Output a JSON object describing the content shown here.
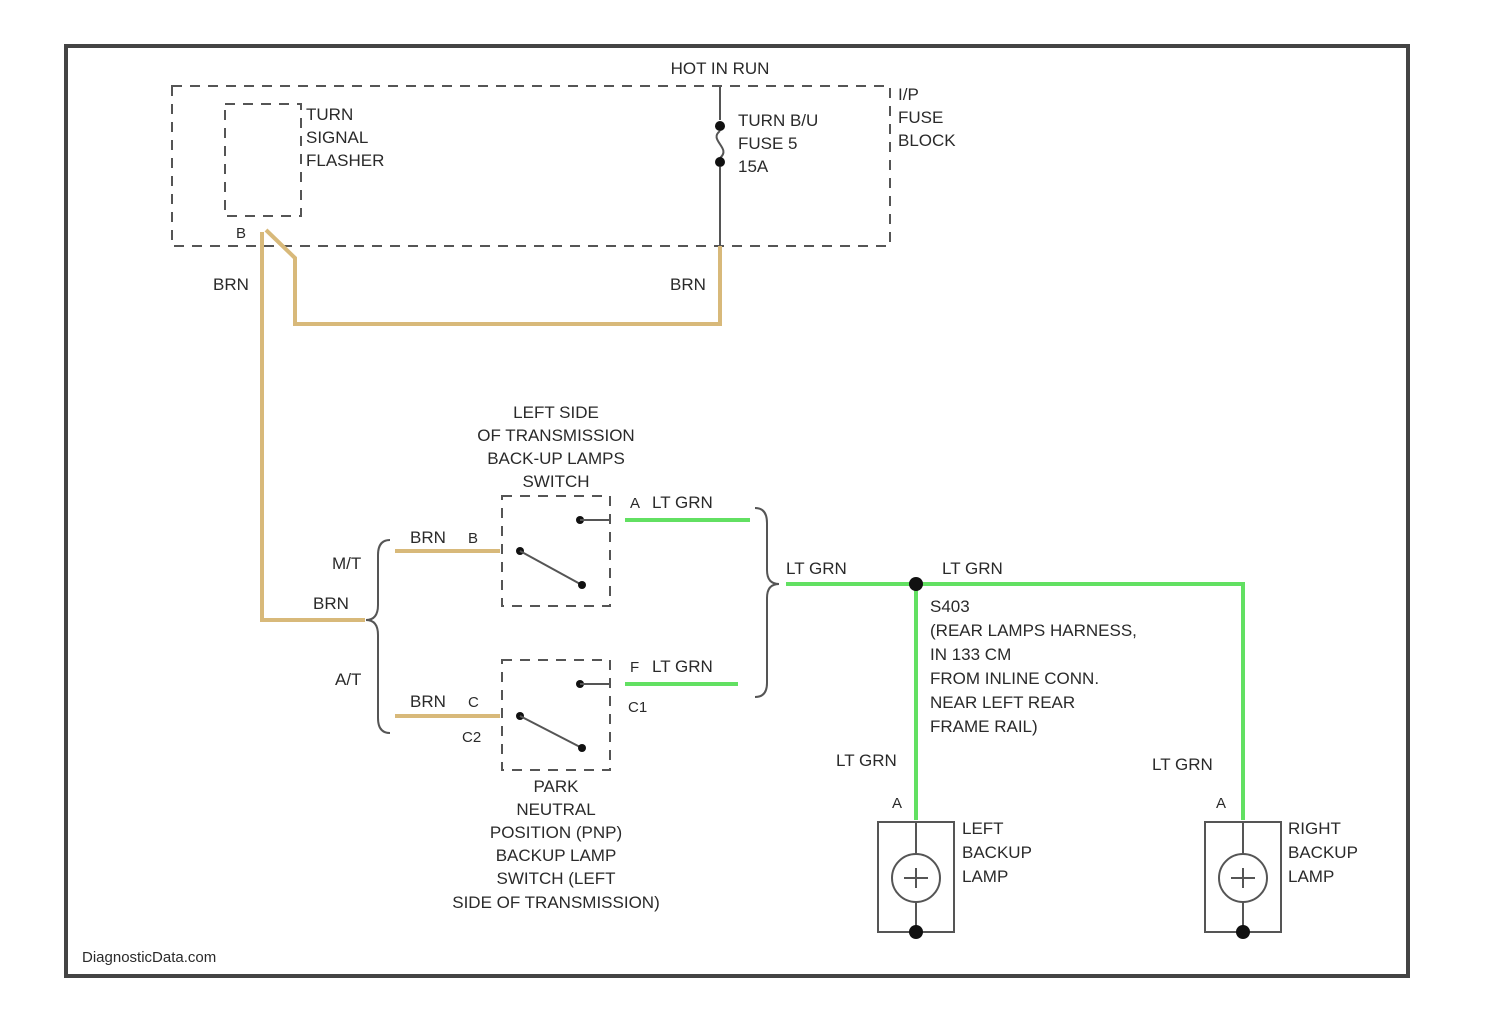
{
  "colors": {
    "brown_wire": "#d8b97a",
    "green_wire": "#62e062",
    "frame": "#444444"
  },
  "header": {
    "hot_in_run": "HOT IN RUN"
  },
  "flasher": {
    "lines": [
      "TURN",
      "SIGNAL",
      "FLASHER"
    ],
    "pin": "B"
  },
  "fuse": {
    "lines": [
      "TURN B/U",
      "FUSE 5",
      "15A"
    ]
  },
  "fuse_block": {
    "lines": [
      "I/P",
      "FUSE",
      "BLOCK"
    ]
  },
  "wires": {
    "brn_left": "BRN",
    "brn_right": "BRN",
    "brn_mt": "BRN",
    "brn_at": "BRN",
    "brn_main": "BRN",
    "ltgrn_a": "LT GRN",
    "ltgrn_f": "LT GRN",
    "ltgrn_mid": "LT GRN",
    "ltgrn_top": "LT GRN",
    "ltgrn_left_lamp": "LT GRN",
    "ltgrn_right_lamp": "LT GRN"
  },
  "pins": {
    "b": "B",
    "a": "A",
    "c": "C",
    "f": "F",
    "c1": "C1",
    "c2": "C2",
    "lamp_left_a": "A",
    "lamp_right_a": "A"
  },
  "branches": {
    "mt": "M/T",
    "at": "A/T"
  },
  "mt_switch": {
    "lines": [
      "LEFT SIDE",
      "OF TRANSMISSION",
      "BACK-UP LAMPS",
      "SWITCH"
    ]
  },
  "at_switch": {
    "lines": [
      "PARK",
      "NEUTRAL",
      "POSITION (PNP)",
      "BACKUP LAMP",
      "SWITCH (LEFT",
      "SIDE OF TRANSMISSION)"
    ]
  },
  "splice": {
    "lines": [
      "S403",
      "(REAR LAMPS HARNESS,",
      "IN 133 CM",
      "FROM INLINE CONN.",
      "NEAR LEFT REAR",
      "FRAME RAIL)"
    ]
  },
  "left_lamp": {
    "lines": [
      "LEFT",
      "BACKUP",
      "LAMP"
    ]
  },
  "right_lamp": {
    "lines": [
      "RIGHT",
      "BACKUP",
      "LAMP"
    ]
  },
  "watermark": "DiagnosticData.com"
}
